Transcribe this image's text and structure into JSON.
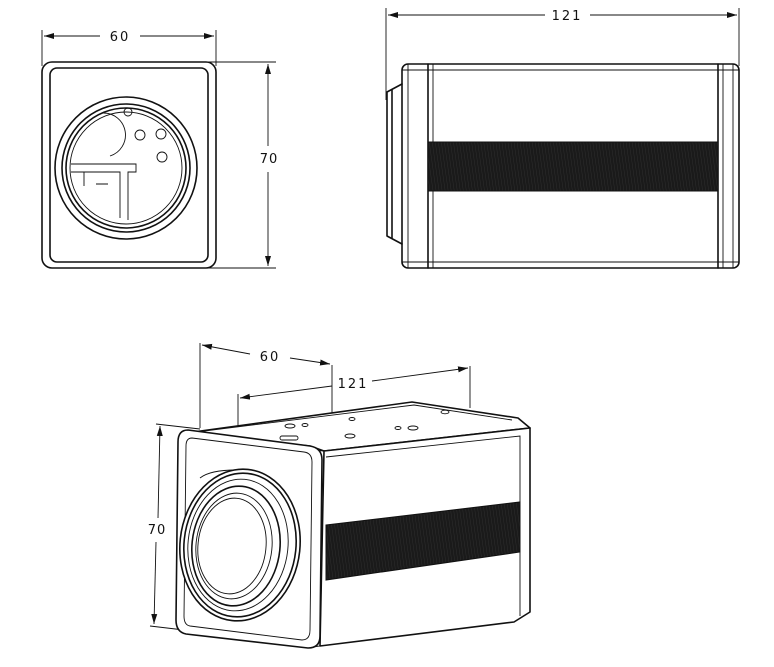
{
  "front_view": {
    "width_label": "60",
    "height_label": "70"
  },
  "side_view": {
    "length_label": "121"
  },
  "iso_view": {
    "width_label": "60",
    "length_label": "121",
    "height_label": "70"
  },
  "colors": {
    "line": "#111111",
    "band": "#1a1a1a",
    "background": "#ffffff"
  }
}
